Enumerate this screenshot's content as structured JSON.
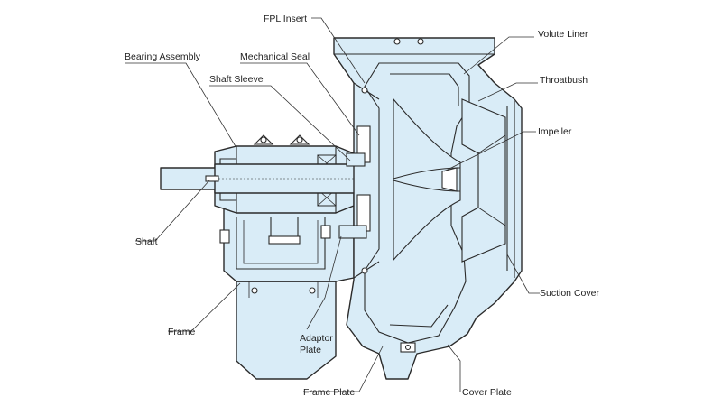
{
  "labels": {
    "fpl_insert": "FPL Insert",
    "bearing_assembly": "Bearing Assembly",
    "mechanical_seal": "Mechanical Seal",
    "shaft_sleeve": "Shaft Sleeve",
    "shaft": "Shaft",
    "frame": "Frame",
    "adaptor_plate_line1": "Adaptor",
    "adaptor_plate_line2": "Plate",
    "frame_plate": "Frame Plate",
    "volute_liner": "Volute Liner",
    "throatbush": "Throatbush",
    "impeller": "Impeller",
    "suction_cover": "Suction Cover",
    "cover_plate": "Cover Plate"
  },
  "colors": {
    "casing_fill": "#d9ecf7",
    "outline": "#2b2b2b",
    "label_text": "#222222"
  }
}
